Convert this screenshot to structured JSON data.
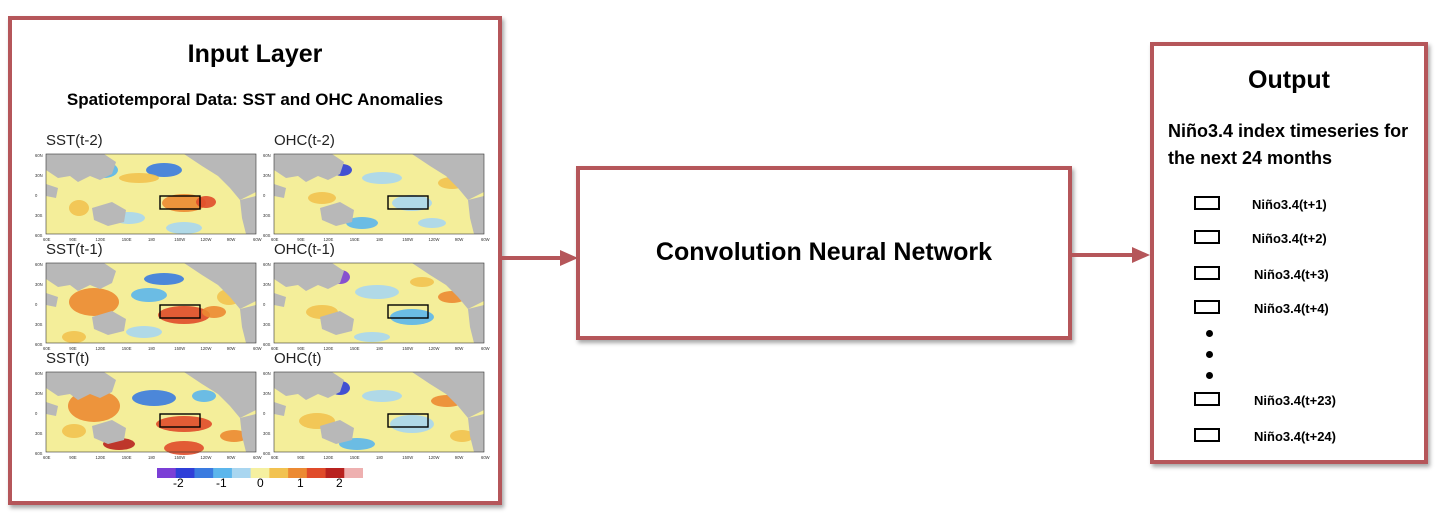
{
  "input_layer": {
    "title": "Input Layer",
    "subtitle": "Spatiotemporal Data: SST and OHC Anomalies",
    "maps": [
      {
        "label": "SST(t-2)"
      },
      {
        "label": "OHC(t-2)"
      },
      {
        "label": "SST(t-1)"
      },
      {
        "label": "OHC(t-1)"
      },
      {
        "label": "SST(t)"
      },
      {
        "label": "OHC(t)"
      }
    ],
    "lat_ticks": [
      "60N",
      "30N",
      "0",
      "30S",
      "60S"
    ],
    "lon_ticks": [
      "60E",
      "90E",
      "120E",
      "150E",
      "180",
      "150W",
      "120W",
      "90W",
      "60W"
    ],
    "colorbar": {
      "ticks": [
        "-2",
        "-1",
        "0",
        "1",
        "2"
      ],
      "colors": [
        "#7b3fd6",
        "#2f3fd8",
        "#3a7be0",
        "#5cb6ec",
        "#a9d6f0",
        "#f5f0a0",
        "#f2c250",
        "#ec8a32",
        "#e04b2a",
        "#b8221f",
        "#eeb0b0"
      ]
    }
  },
  "cnn": {
    "label": "Convolution Neural Network"
  },
  "output": {
    "title": "Output",
    "description": "Niño3.4 index timeseries for the next 24 months",
    "items": [
      "Niño3.4(t+1)",
      "Niño3.4(t+2)",
      "Niño3.4(t+3)",
      "Niño3.4(t+4)",
      "Niño3.4(t+23)",
      "Niño3.4(t+24)"
    ]
  },
  "colors": {
    "border": "#b5565a",
    "arrow": "#b5565a",
    "land": "#b8b8b8",
    "ocean_base": "#f4ee9a"
  }
}
